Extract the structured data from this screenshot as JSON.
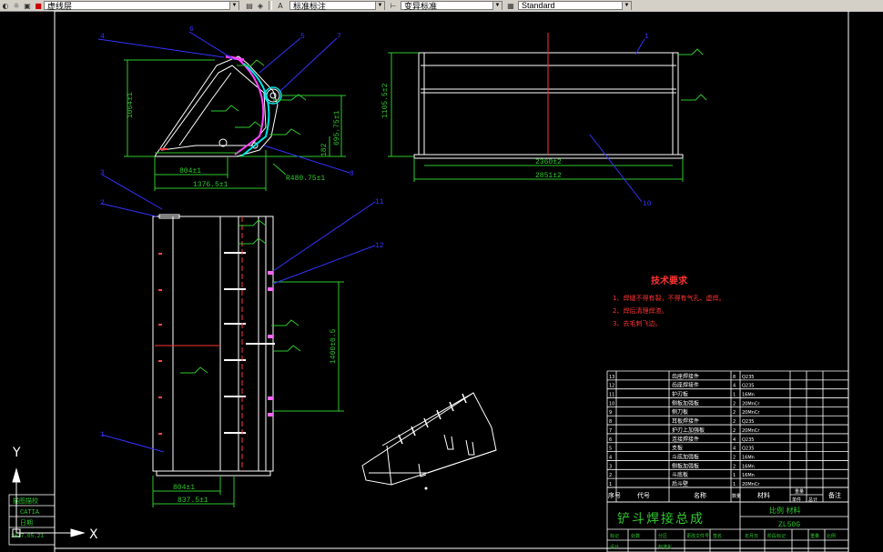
{
  "toolbar": {
    "layer_name": "虚线层",
    "text_style": "标准标注",
    "dim_style": "变异标准",
    "table_style": "Standard"
  },
  "tech": {
    "title": "技术要求",
    "items": [
      "1、焊缝不得有裂，不得有气孔、虚焊。",
      "2、焊后清理焊渣。",
      "3、去毛刺飞边。"
    ]
  },
  "dims": {
    "side_h1": "1064±1",
    "side_h2": "695.75±1",
    "side_h3": "182",
    "side_w1": "804±1",
    "side_w2": "1376.5±1",
    "side_r": "R480.75±1",
    "top_h": "1105.5±2",
    "top_w1": "2360±2",
    "top_w2": "2851±2",
    "front_h": "1400±0.5",
    "front_w1": "804±1",
    "front_w2": "837.5±1"
  },
  "balloons": {
    "side": [
      "4",
      "6",
      "5",
      "7",
      "8"
    ],
    "left": [
      "3",
      "2",
      "1"
    ],
    "top": [
      "1",
      "10"
    ],
    "front": [
      "11",
      "12"
    ]
  },
  "bom": {
    "rows": [
      [
        "13",
        "齿座焊接件",
        "8",
        "Q235"
      ],
      [
        "12",
        "齿座焊接件",
        "4",
        "Q235"
      ],
      [
        "11",
        "护刃板",
        "1",
        "16Mn"
      ],
      [
        "10",
        "侧板加强板",
        "2",
        "20MnCr"
      ],
      [
        "9",
        "侧刀板",
        "2",
        "20MnCr"
      ],
      [
        "8",
        "耳板焊接件",
        "2",
        "Q235"
      ],
      [
        "7",
        "护刃上加强板",
        "2",
        "20MnCr"
      ],
      [
        "6",
        "连接焊接件",
        "4",
        "Q235"
      ],
      [
        "5",
        "支板",
        "4",
        "Q235"
      ],
      [
        "4",
        "斗底加强板",
        "2",
        "16Mn"
      ],
      [
        "3",
        "侧板加强板",
        "2",
        "16Mn"
      ],
      [
        "2",
        "斗底板",
        "1",
        "16Mn"
      ],
      [
        "1",
        "后斗壁",
        "1",
        "20MnCr"
      ]
    ],
    "headers": [
      "序号",
      "代号",
      "名称",
      "数量",
      "材料",
      "单件",
      "总计",
      "备注"
    ],
    "weight_header": "重量"
  },
  "titleblock": {
    "drawing_name": "铲斗焊接总成",
    "material_label": "比例 材料",
    "mark": "ZL50G",
    "r1": [
      "标记",
      "处数",
      "分区",
      "更改文件号",
      "签名",
      "年月日"
    ],
    "r2": [
      "设计",
      "标准化",
      "阶段标记",
      "重量",
      "比例"
    ]
  },
  "stamp": {
    "l1": "描图描校",
    "l2": "CATIA",
    "l3": "日期",
    "l4": "2017.05.21"
  },
  "ucs": {
    "y": "Y",
    "x": "X"
  }
}
